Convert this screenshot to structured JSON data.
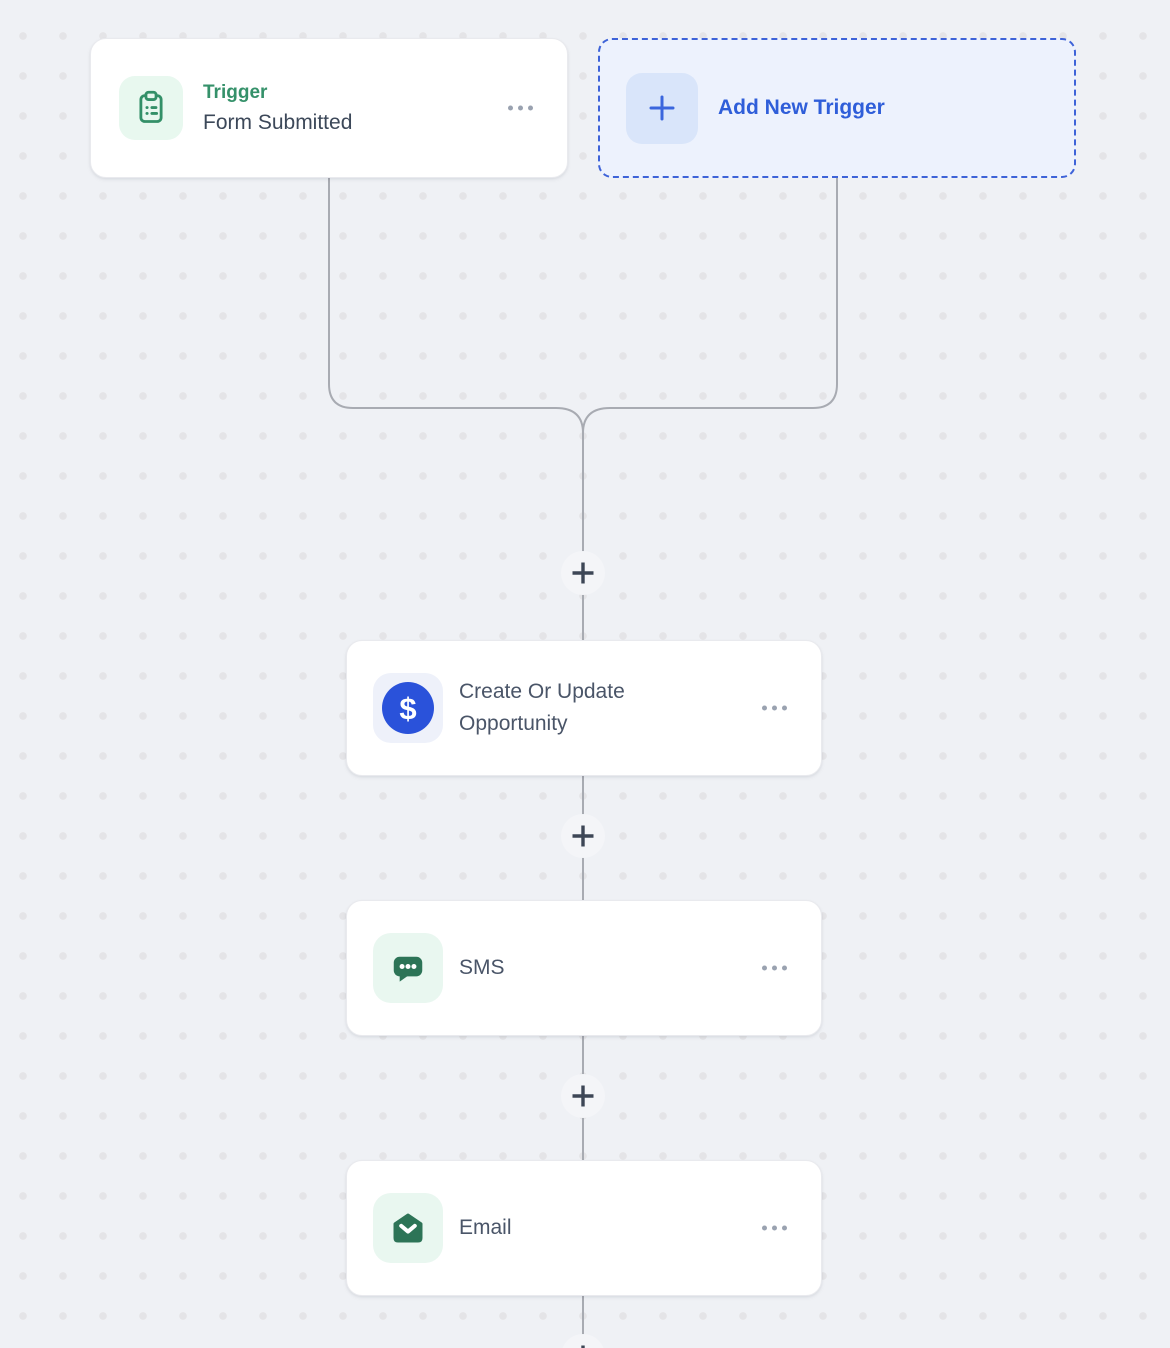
{
  "canvas": {
    "background": "#eff1f5",
    "dot_color": "#e4e4e7",
    "connector_color": "#a8abb2"
  },
  "trigger_card": {
    "category_label": "Trigger",
    "title": "Form Submitted",
    "icon": "clipboard-icon",
    "accent_color": "#35916a",
    "icon_color": "#339068",
    "icon_bg": "#e8f8ef",
    "menu_icon": "ellipsis-icon"
  },
  "add_trigger_button": {
    "label": "Add New Trigger",
    "icon": "plus-icon",
    "text_color": "#2f5ed9",
    "border_color": "#3e63d8",
    "background": "#edf2fd",
    "icon_tile_bg": "#d9e5fa"
  },
  "action_cards": [
    {
      "title": "Create Or Update Opportunity",
      "icon": "dollar-icon",
      "icon_bg": "#eef1fa",
      "icon_color": "#2a52da",
      "menu_icon": "ellipsis-icon"
    },
    {
      "title": "SMS",
      "icon": "sms-icon",
      "icon_bg": "#e9f7f0",
      "icon_color": "#2d7457",
      "menu_icon": "ellipsis-icon"
    },
    {
      "title": "Email",
      "icon": "email-icon",
      "icon_bg": "#e9f7f0",
      "icon_color": "#2d7457",
      "menu_icon": "ellipsis-icon"
    }
  ],
  "step_plus": {
    "icon": "plus-icon",
    "color": "#3d4656",
    "halo_color": "#f4f5f8"
  }
}
